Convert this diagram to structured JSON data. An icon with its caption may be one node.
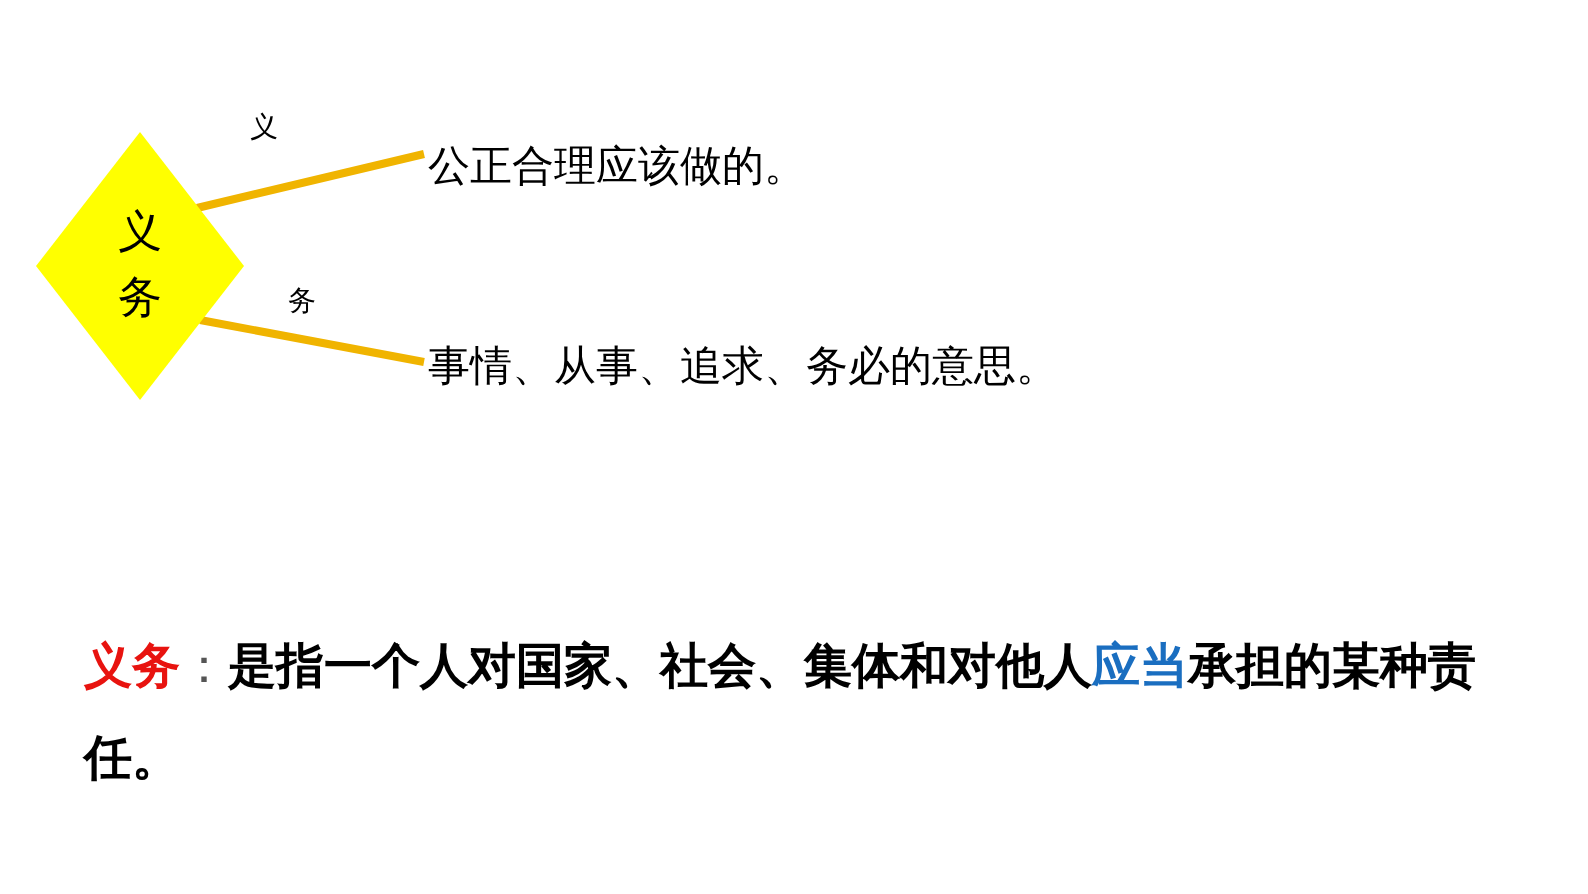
{
  "diagram": {
    "nodes": [
      {
        "text": [
          "义务"
        ]
      },
      {
        "text": [
          "公正合理应该做的。"
        ]
      },
      {
        "text": [
          "事情、从事、追求、务必的意思。"
        ]
      }
    ],
    "edges": [
      {
        "from": 0,
        "to": 1,
        "arrow": "none",
        "label": "义",
        "color": "#f0b400"
      },
      {
        "from": 0,
        "to": 2,
        "arrow": "none",
        "label": "务",
        "color": "#f0b400"
      }
    ],
    "labels": [
      "义务",
      "：",
      "是指一个人对国家、社会、集体和对他人",
      "应当",
      "承担的某种责任。"
    ]
  }
}
